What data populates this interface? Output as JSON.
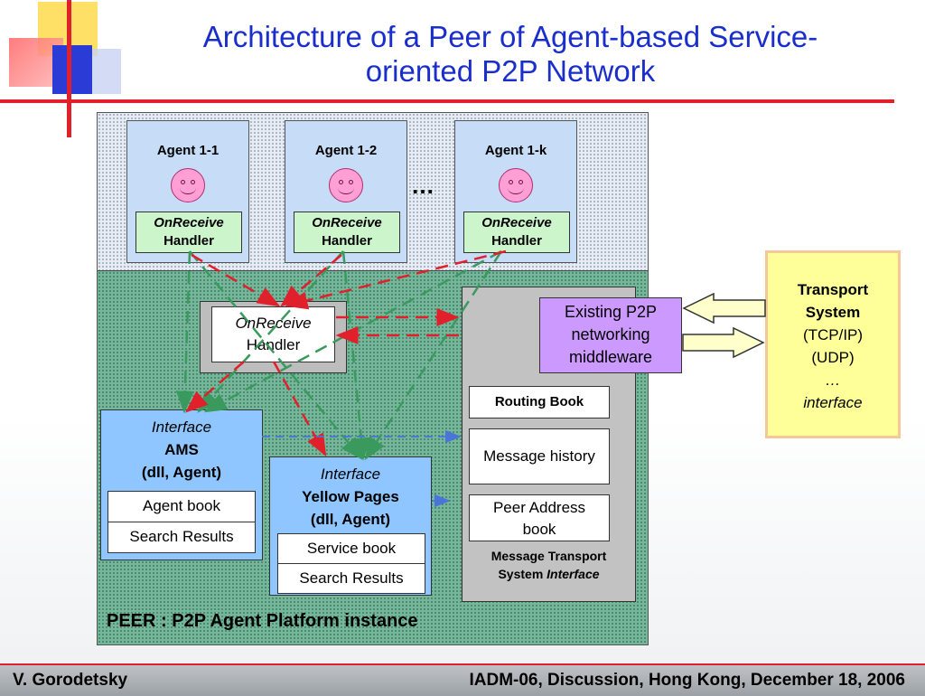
{
  "title_line1": "Architecture of a Peer of Agent-based Service-",
  "title_line2": "oriented P2P Network",
  "agents": [
    {
      "name": "Agent 1-1",
      "handler_italic": "OnReceive",
      "handler": "Handler"
    },
    {
      "name": "Agent 1-2",
      "handler_italic": "OnReceive",
      "handler": "Handler"
    },
    {
      "name": "Agent 1-k",
      "handler_italic": "OnReceive",
      "handler": "Handler"
    }
  ],
  "ellipsis": "…",
  "peer_handler": {
    "italic": "OnReceive",
    "text": "Handler"
  },
  "p2p_middleware": {
    "line1": "Existing P2P",
    "line2": "networking",
    "line3": "middleware"
  },
  "transport": {
    "line1": "Transport",
    "line2": "System",
    "line3": "(TCP/IP)",
    "line4": "(UDP)",
    "line5": "…",
    "line6": "interface"
  },
  "mts": {
    "routing_book": "Routing Book",
    "message_history": "Message history",
    "peer_address_line1": "Peer Address",
    "peer_address_line2": "book",
    "label_line1": "Message Transport",
    "label_line2a": "System ",
    "label_line2b": "Interface"
  },
  "ams": {
    "italic": "Interface",
    "name": "AMS",
    "sub": "(dll, Agent)",
    "cell1": "Agent book",
    "cell2": "Search Results"
  },
  "yellow_pages": {
    "italic": "Interface",
    "name": "Yellow Pages",
    "sub": "(dll, Agent)",
    "cell1": "Service book",
    "cell2": "Search Results"
  },
  "peer_label": "PEER : P2P Agent Platform instance",
  "footer": {
    "left": "V. Gorodetsky",
    "right": "IADM-06, Discussion, Hong Kong, December 18, 2006"
  },
  "colors": {
    "title": "#1a2ecc",
    "red_dash": "#e0202a",
    "green_dash": "#3a9a5e",
    "blue_dash": "#4a74d8"
  }
}
